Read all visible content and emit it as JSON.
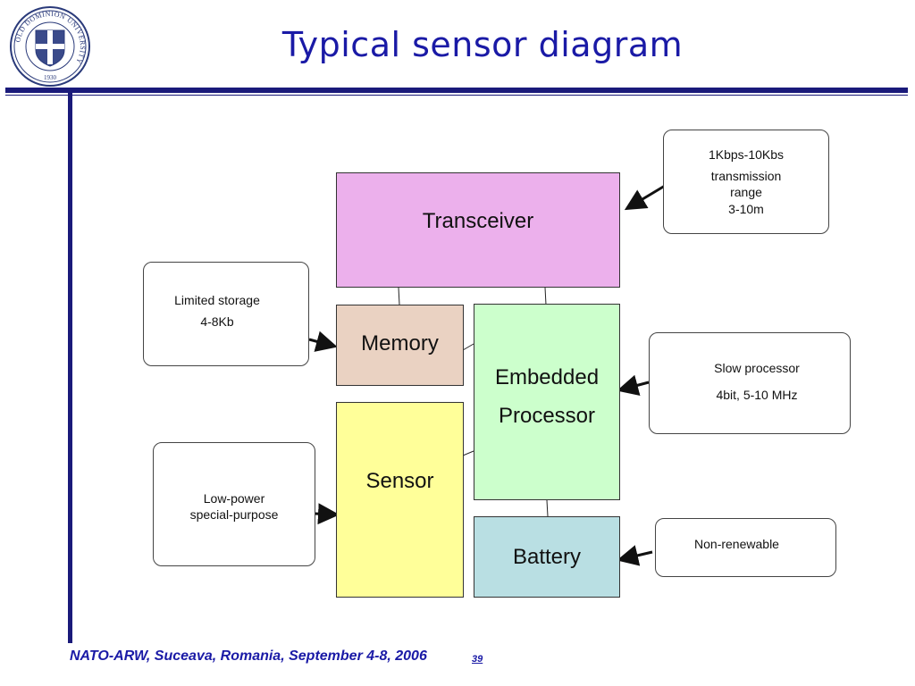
{
  "header": {
    "title": "Typical sensor diagram"
  },
  "logo": {
    "ring_text": "OLD DOMINION UNIVERSITY",
    "year": "1930"
  },
  "blocks": {
    "transceiver": "Transceiver",
    "memory": "Memory",
    "processor_line1": "Embedded",
    "processor_line2": "Processor",
    "sensor": "Sensor",
    "battery": "Battery"
  },
  "callouts": {
    "transceiver": {
      "line1": "1Kbps-10Kbs",
      "line2": "transmission",
      "line3": "range",
      "line4": "3-10m"
    },
    "memory": {
      "line1": "Limited storage",
      "line2": "4-8Kb"
    },
    "processor": {
      "line1": "Slow processor",
      "line2": "4bit, 5-10 MHz"
    },
    "sensor": {
      "line1": "Low-power",
      "line2": "special-purpose"
    },
    "battery": {
      "line1": "Non-renewable"
    }
  },
  "footer": {
    "text": "NATO-ARW, Suceava, Romania, September 4-8, 2006",
    "page": "39"
  },
  "colors": {
    "transceiver": "#ecb0ec",
    "memory": "#ead2c2",
    "processor": "#ccffcc",
    "sensor": "#ffff99",
    "battery": "#b9dfe3",
    "accent": "#1a1aa6"
  }
}
